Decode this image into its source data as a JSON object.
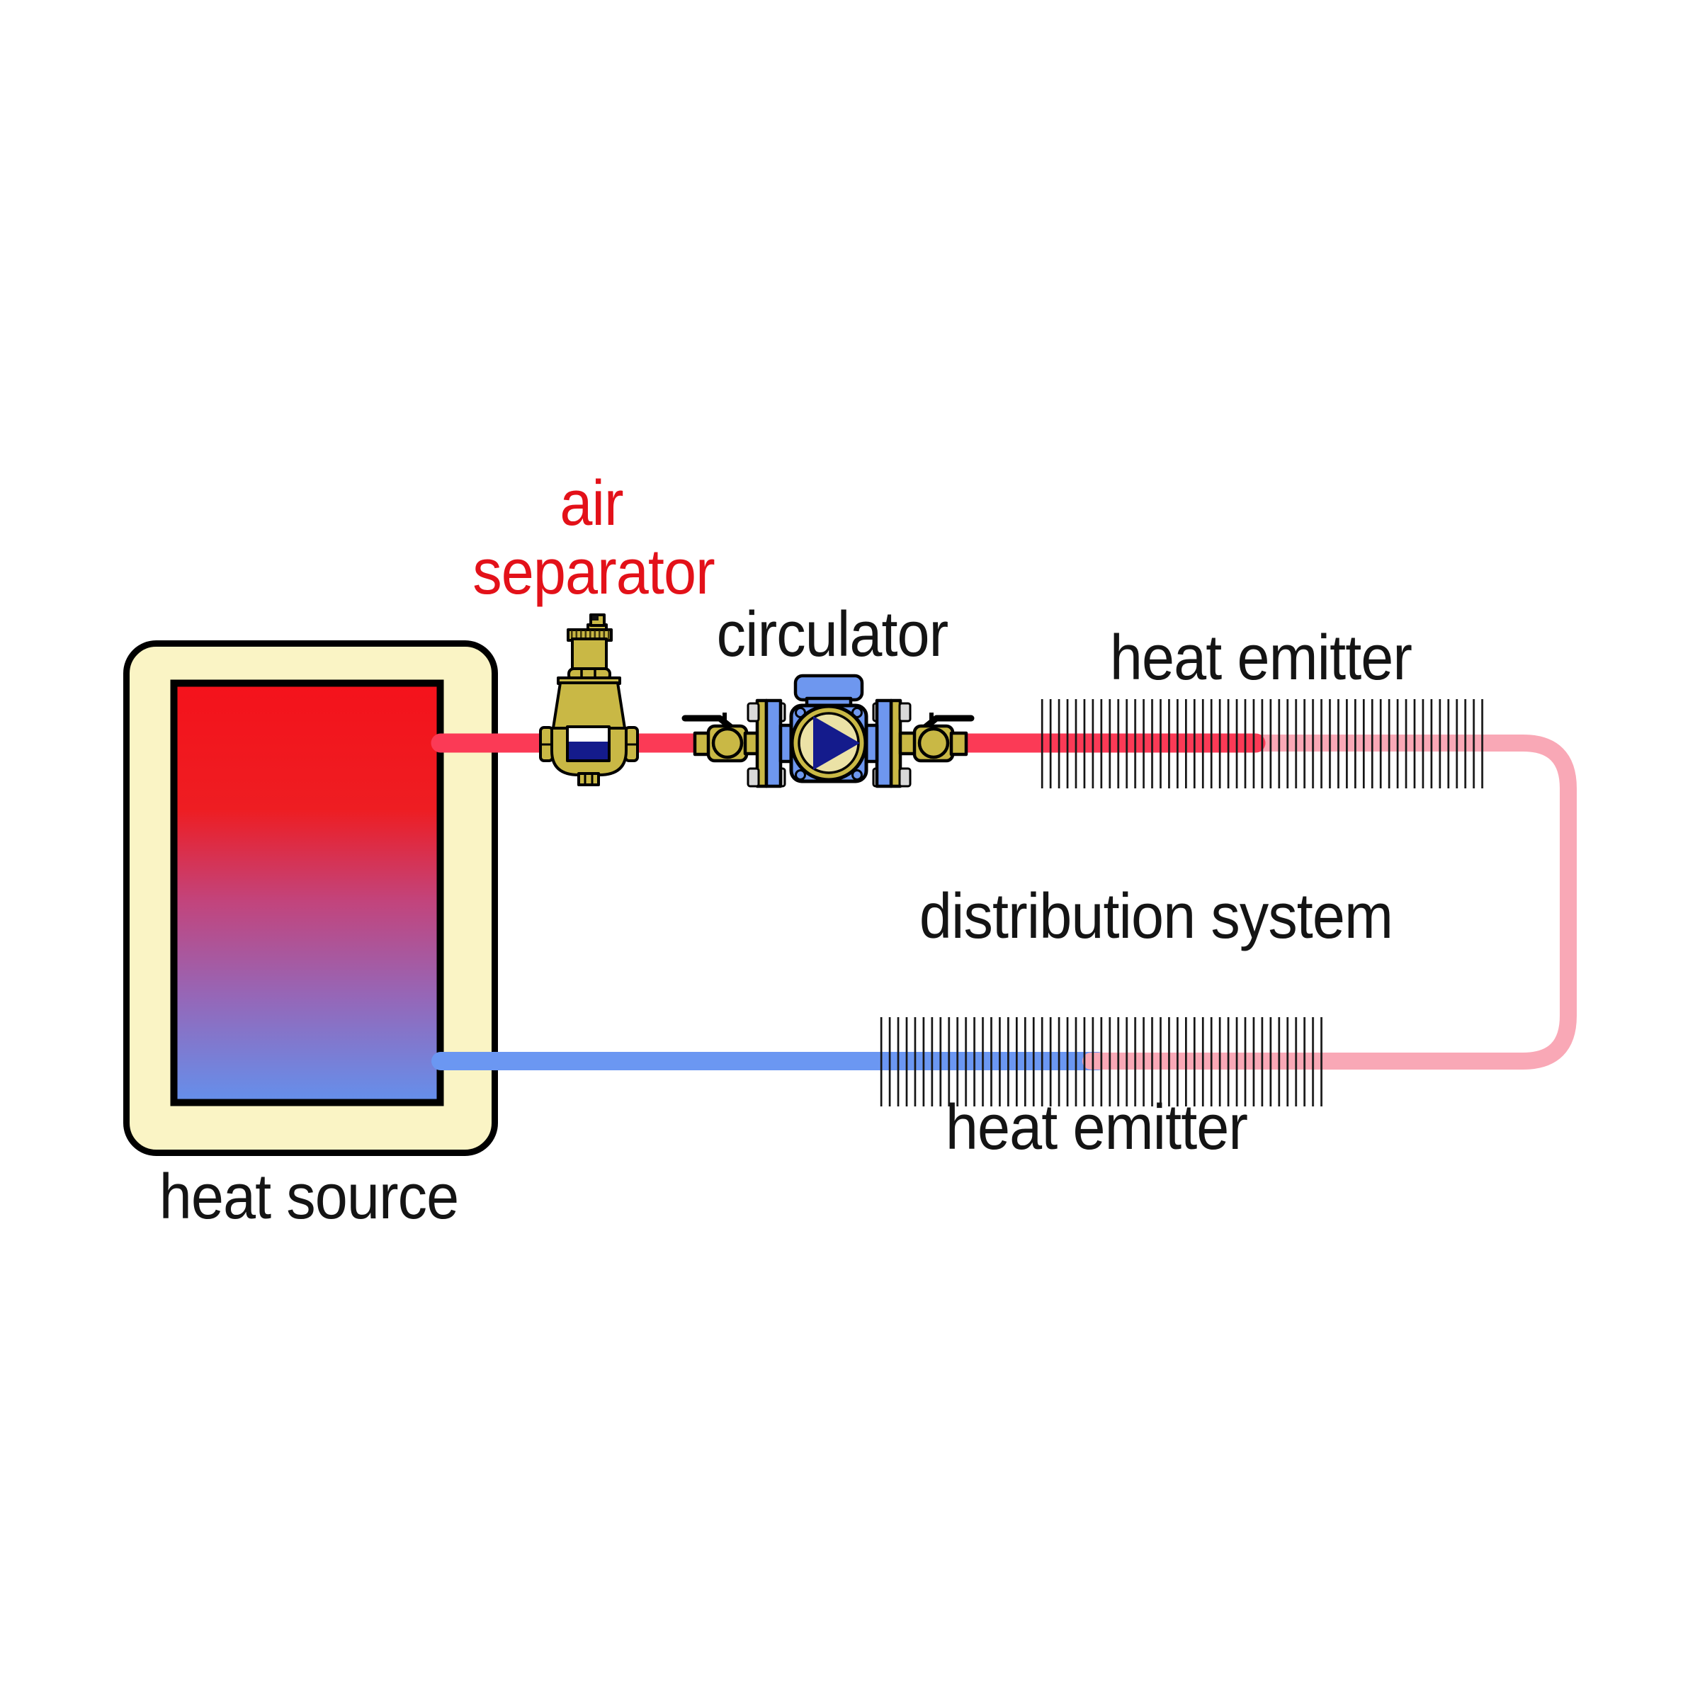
{
  "labels": {
    "air_line1": "air",
    "air_line2": "separator",
    "circulator": "circulator",
    "heat_emitter_top": "heat emitter",
    "distribution_system": "distribution system",
    "heat_emitter_bottom": "heat emitter",
    "heat_source": "heat source"
  },
  "colors": {
    "background": "#ffffff",
    "label_red": "#e31119",
    "label_black": "#141414",
    "supply_pipe_hot_red": "#fb3a56",
    "loop_pipe_warm_pink": "#f9a8b6",
    "return_pipe_cool_blue": "#6b97f2",
    "tank_insulation_cream": "#faf4c5",
    "tank_hot_top": "#f4121b",
    "tank_cool_bottom": "#6490ec",
    "brass_fitting": "#c9b845",
    "pump_blue": "#6e97ef",
    "navy_detail": "#141b8c",
    "hatch_line": "#141414"
  }
}
